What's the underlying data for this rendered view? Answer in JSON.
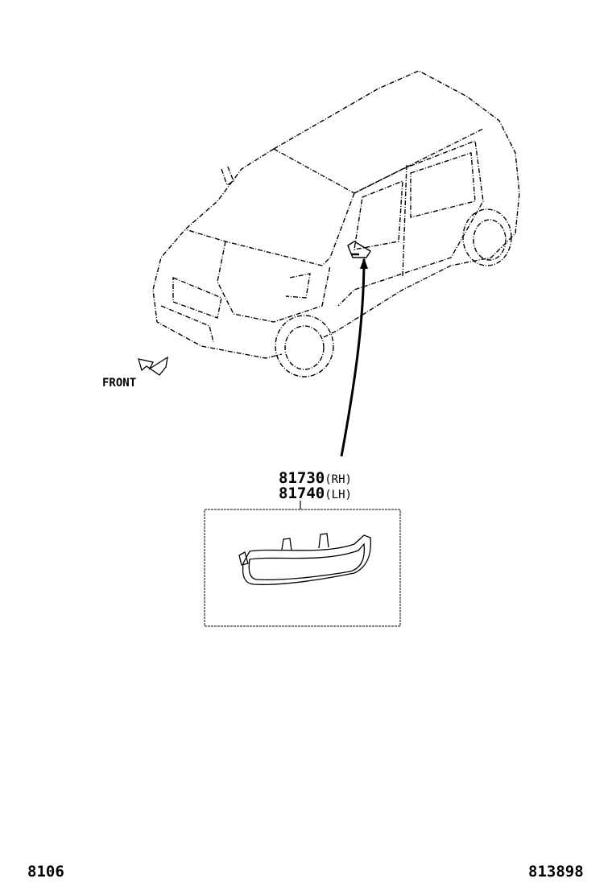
{
  "diagram": {
    "direction_label": "FRONT",
    "parts": [
      {
        "number": "81730",
        "side": "RH"
      },
      {
        "number": "81740",
        "side": "LH"
      }
    ],
    "footer_left": "8106",
    "footer_right": "813898"
  }
}
